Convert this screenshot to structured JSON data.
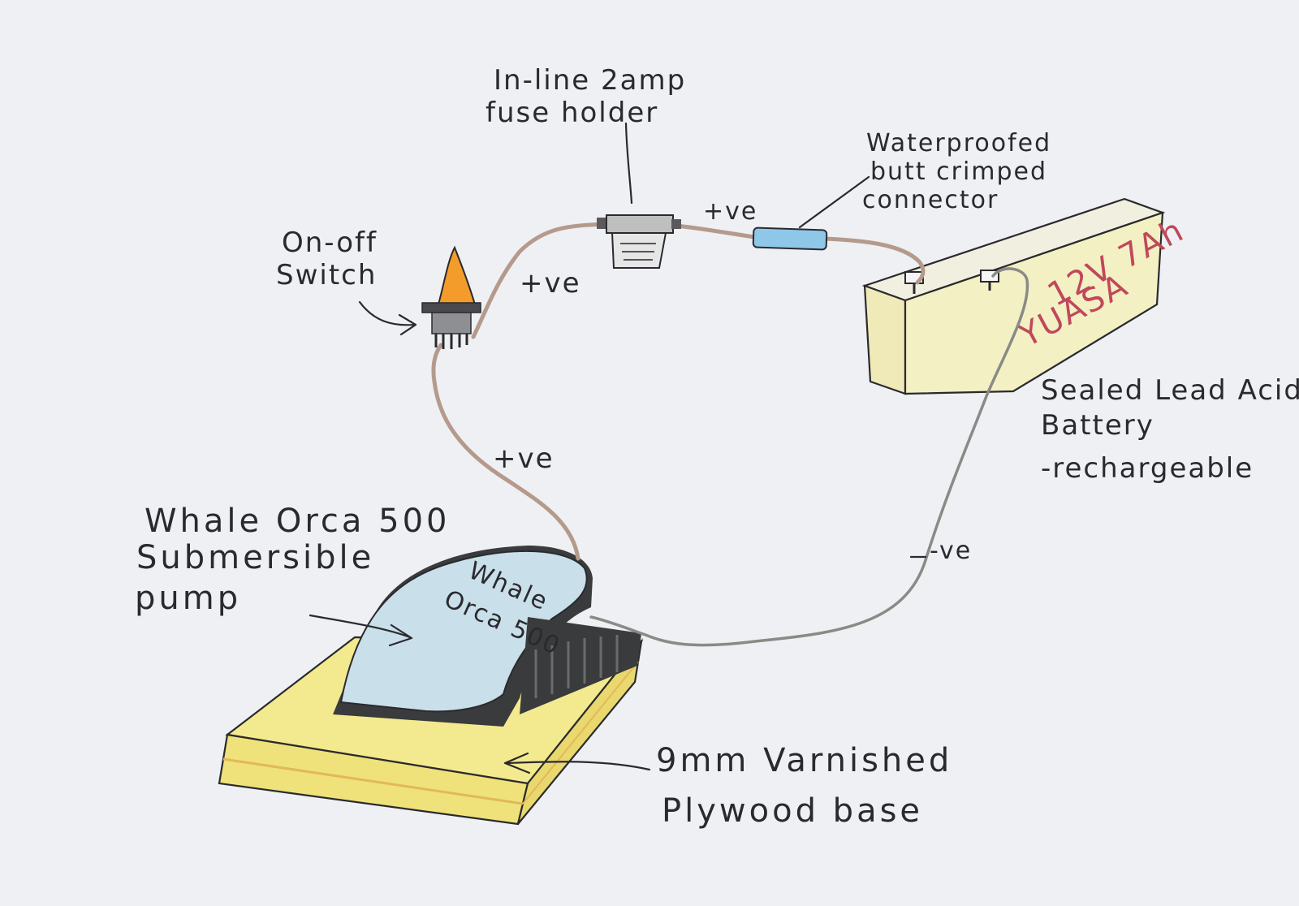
{
  "labels": {
    "fuse_line1": "In-line 2amp",
    "fuse_line2": "fuse holder",
    "connector_line1": "Waterproofed",
    "connector_line2": "butt crimped",
    "connector_line3": "connector",
    "switch_line1": "On-off",
    "switch_line2": "Switch",
    "positive_fuse_to_connector": "+ve",
    "positive_switch_to_fuse": "+ve",
    "positive_pump_to_switch": "+ve",
    "negative": "-ve",
    "pump_line1": "Whale Orca 500",
    "pump_line2": "Submersible",
    "pump_line3": "pump",
    "pump_body_line1": "Whale",
    "pump_body_line2": "Orca 500",
    "battery_body_line1": "12V 7Ah",
    "battery_body_line2": "YUASA",
    "battery_line1": "Sealed Lead Acid",
    "battery_line2": "Battery",
    "battery_line3": "-rechargeable",
    "base_line1": "9mm Varnished",
    "base_line2": "Plywood base"
  },
  "colors": {
    "paper": "#eef0f4",
    "ink": "#2a2a2e",
    "wire": "#b59a8c",
    "battery_fill": "#f3f0c4",
    "battery_text": "#c0485a",
    "plywood": "#f0e68c",
    "pump_body": "#c9dfea",
    "pump_dark": "#3a3b3d",
    "switch_orange": "#f39c2b",
    "connector_blue": "#8fc7e8"
  }
}
